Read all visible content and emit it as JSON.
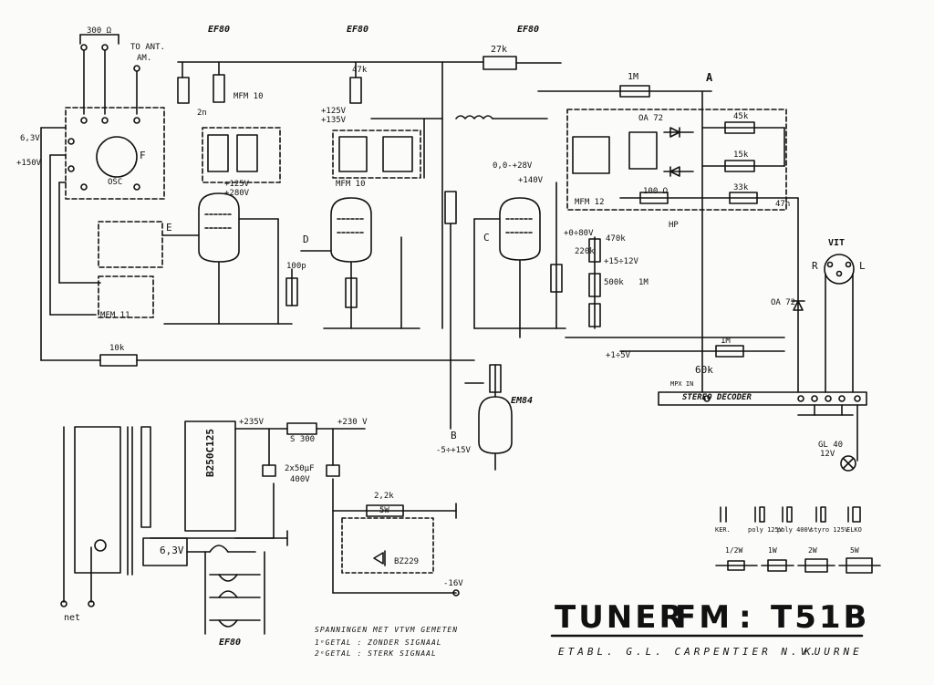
{
  "title": {
    "tuner": "TUNER",
    "fm": "FM",
    "colon": ":",
    "model": "T51B"
  },
  "maker": "ETABL. G.L. CARPENTIER N.V.",
  "town": "KUURNE",
  "notes": {
    "line1": "SPANNINGEN MET VTVM GEMETEN",
    "line2": "1ᵉGETAL : ZONDER SIGNAAL",
    "line3": "2ᵉGETAL : STERK SIGNAAL"
  },
  "tubes": {
    "v1": "EF80",
    "v2": "EF80",
    "v3": "EF80",
    "tuning": "EM84",
    "heater_group": "EF80"
  },
  "blocks": {
    "decoder": "STEREO DECODER",
    "rectifier": "B250C125",
    "mfm10a": "MFM 10",
    "mfm10b": "MFM 10",
    "mfm12": "MFM 12",
    "mfm11": "MFM 11",
    "osc": "OSC",
    "vit": "VIT",
    "pilot": "GL 40",
    "pilot_v": "12V",
    "zener": "BZ229",
    "diodeA": "OA 72",
    "diodeB": "OA 72"
  },
  "labels": {
    "v300": "300 Ω",
    "to_ant": "TO ANT.",
    "am": "AM.",
    "v63": "6,3V",
    "v150": "+150V",
    "v125a": "+125V",
    "v280": "+280V",
    "v125b": "+125V",
    "v135": "+135V",
    "v140": "+140V",
    "v0_28": "0,0-+28V",
    "v90": "+0÷80V",
    "v15": "+15÷12V",
    "v5": "+1÷5V",
    "v235": "+235V",
    "v230": "+230 V",
    "v15b": "-5÷+15V",
    "v16": "-16V",
    "v6_3": "6,3V",
    "r47k": "47k",
    "r27k": "27k",
    "r1m_a": "1M",
    "r1m_b": "1M",
    "r1m_c": "1M",
    "r45k": "45k",
    "r15k": "15k",
    "r33k": "33k",
    "r10k": "10k",
    "r100": "100 Ω",
    "r470k": "470k",
    "r220k": "220k",
    "r500k": "500k",
    "r60k": "60k",
    "r2_2k": "2,2k",
    "r5w": "5W",
    "choke": "S 300",
    "c2500": "2x50μF",
    "c400v": "400V",
    "c100p": "100p",
    "c2n": "2n",
    "c47n": "47n",
    "hp": "HP",
    "net": "net",
    "pt_A": "A",
    "pt_B": "B",
    "pt_C": "C",
    "pt_D": "D",
    "pt_E": "E",
    "pt_F": "F",
    "pt_R": "R",
    "pt_L": "L",
    "mpx": "MPX IN"
  },
  "legend": {
    "caps": [
      "KER.",
      "poly 125V",
      "poly 400V",
      "styro 125V",
      "ELKO"
    ],
    "res": [
      "1/2W",
      "1W",
      "2W",
      "5W"
    ]
  }
}
